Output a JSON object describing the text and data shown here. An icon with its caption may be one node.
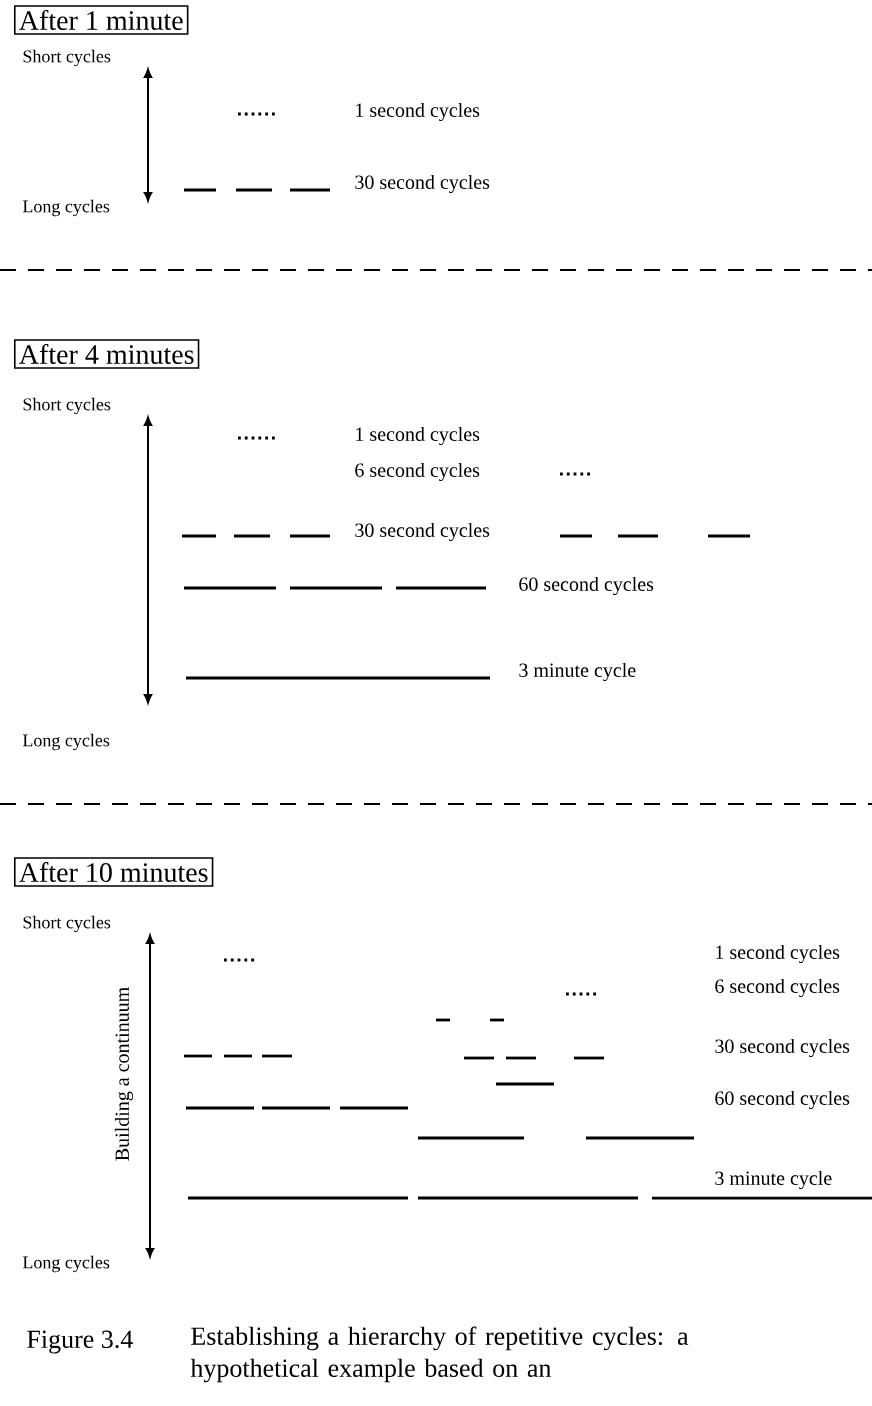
{
  "diagram": {
    "caption": "Establishing a hierarchy of repetitive cycles: a hypothetical example based on an",
    "nodes": [
      {
        "text": [
          "After 1 minute"
        ]
      },
      {
        "text": [
          "After 4 minutes"
        ]
      },
      {
        "text": [
          "After 10 minutes"
        ]
      }
    ],
    "labels": [
      "Short cycles",
      "1 second cycles",
      "30 second cycles",
      "Long cycles",
      "Short cycles",
      "1 second cycles",
      "6 second cycles",
      "30 second cycles",
      "60 second cycles",
      "3 minute cycle",
      "Long cycles",
      "Short cycles",
      "Building a continuum",
      "1 second cycles",
      "6 second cycles",
      "30 second cycles",
      "60 second cycles",
      "3 minute cycle",
      "Long cycles",
      "Figure 3.4"
    ]
  }
}
